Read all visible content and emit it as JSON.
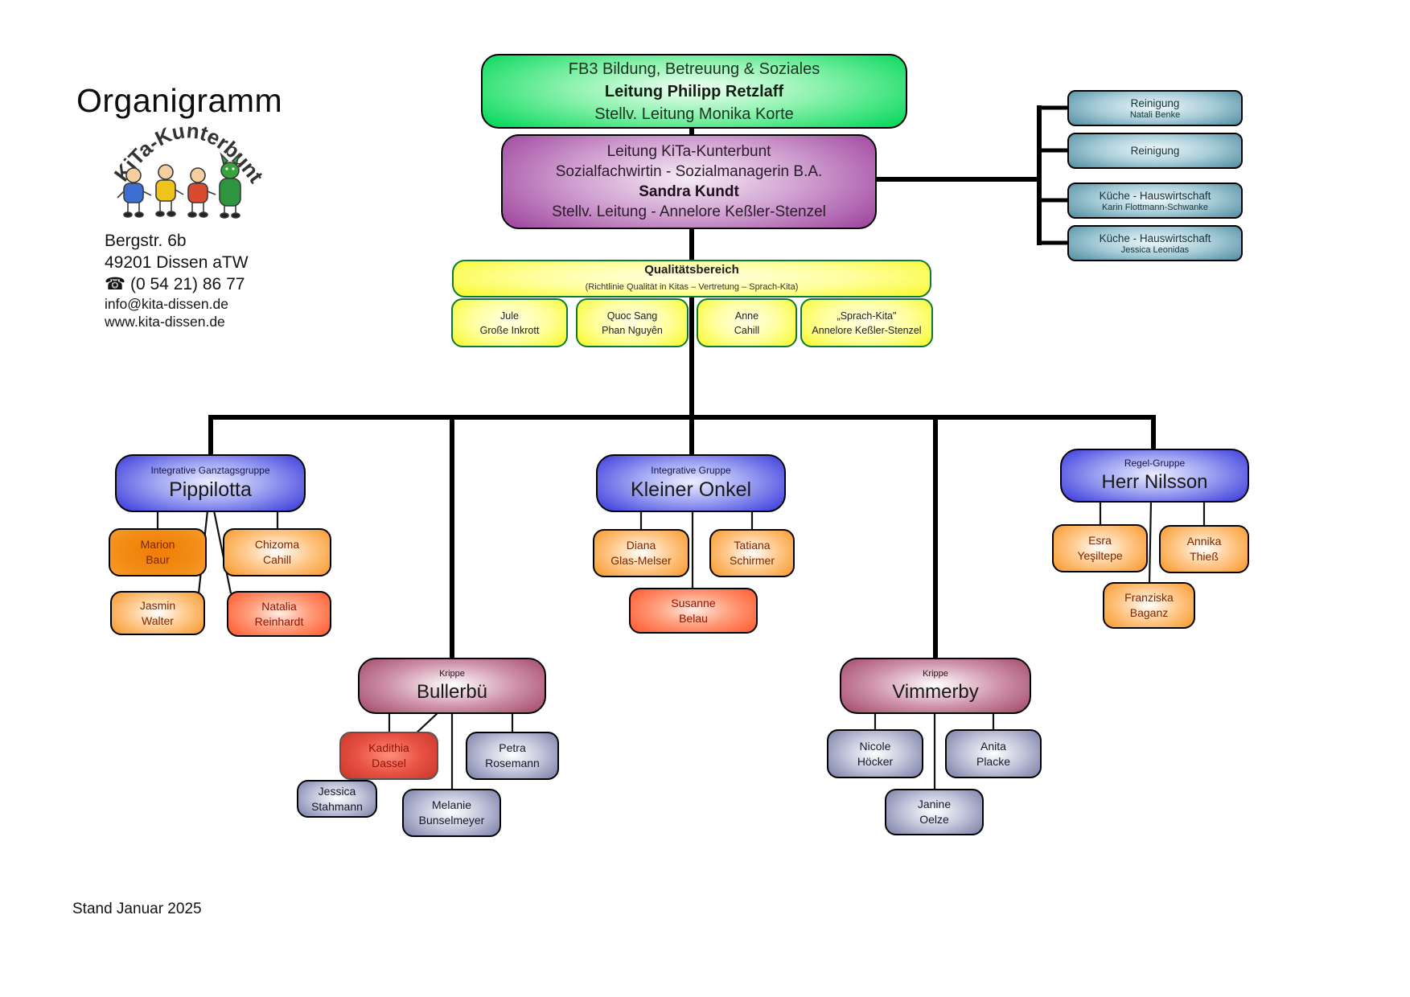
{
  "page": {
    "title": "Organigramm",
    "stand": "Stand Januar 2025"
  },
  "logo": {
    "name": "KiTa-Kunterbunt"
  },
  "contact": {
    "street": "Bergstr. 6b",
    "city": "49201 Dissen aTW",
    "phone": "☎ (0 54 21) 86 77",
    "email": "info@kita-dissen.de",
    "website": "www.kita-dissen.de"
  },
  "fb3": {
    "line1": "FB3 Bildung, Betreuung & Soziales",
    "line2": "Leitung Philipp Retzlaff",
    "line3": "Stellv. Leitung Monika Korte"
  },
  "leitung": {
    "line1": "Leitung KiTa-Kunterbunt",
    "line2": "Sozialfachwirtin - Sozialmanagerin B.A.",
    "line3": "Sandra Kundt",
    "line4": "Stellv. Leitung - Annelore Keßler-Stenzel"
  },
  "services": [
    {
      "title": "Reinigung",
      "name": "Natali Benke"
    },
    {
      "title": "Reinigung",
      "name": ""
    },
    {
      "title": "Küche - Hauswirtschaft",
      "name": "Karin Flottmann-Schwanke"
    },
    {
      "title": "Küche - Hauswirtschaft",
      "name": "Jessica Leonidas"
    }
  ],
  "quality": {
    "title": "Qualitätsbereich",
    "subtitle": "(Richtlinie Qualität in Kitas – Vertretung – Sprach-Kita)",
    "members": [
      {
        "line1": "Jule",
        "line2": "Große Inkrott"
      },
      {
        "line1": "Quoc Sang",
        "line2": "Phan Nguyên"
      },
      {
        "line1": "Anne",
        "line2": "Cahill"
      },
      {
        "line1": "„Sprach-Kita\"",
        "line2": "Annelore Keßler-Stenzel"
      }
    ]
  },
  "groups": {
    "pippilotta": {
      "label": "Integrative Ganztagsgruppe",
      "name": "Pippilotta",
      "staff": [
        {
          "line1": "Marion",
          "line2": "Baur"
        },
        {
          "line1": "Chizoma",
          "line2": "Cahill"
        },
        {
          "line1": "Jasmin",
          "line2": "Walter"
        },
        {
          "line1": "Natalia",
          "line2": "Reinhardt"
        }
      ]
    },
    "kleiner_onkel": {
      "label": "Integrative Gruppe",
      "name": "Kleiner Onkel",
      "staff": [
        {
          "line1": "Diana",
          "line2": "Glas-Melser"
        },
        {
          "line1": "Tatiana",
          "line2": "Schirmer"
        },
        {
          "line1": "Susanne",
          "line2": "Belau"
        }
      ]
    },
    "herr_nilsson": {
      "label": "Regel-Gruppe",
      "name": "Herr Nilsson",
      "staff": [
        {
          "line1": "Esra",
          "line2": "Yeşiltepe"
        },
        {
          "line1": "Annika",
          "line2": "Thieß"
        },
        {
          "line1": "Franziska",
          "line2": "Baganz"
        }
      ]
    },
    "bullerbu": {
      "label": "Krippe",
      "name": "Bullerbü",
      "staff": [
        {
          "line1": "Kadithia",
          "line2": "Dassel"
        },
        {
          "line1": "Petra",
          "line2": "Rosemann"
        },
        {
          "line1": "Jessica",
          "line2": "Stahmann"
        },
        {
          "line1": "Melanie",
          "line2": "Bunselmeyer"
        }
      ]
    },
    "vimmerby": {
      "label": "Krippe",
      "name": "Vimmerby",
      "staff": [
        {
          "line1": "Nicole",
          "line2": "Höcker"
        },
        {
          "line1": "Anita",
          "line2": "Placke"
        },
        {
          "line1": "Janine",
          "line2": "Oelze"
        }
      ]
    }
  },
  "palette": {
    "line": "#000000",
    "green": "#0bd95f",
    "purple": "#922f92",
    "yellow": "#f7f708",
    "yellow_border": "#0c7a33",
    "blue": "#2a2ad8",
    "teal": "#3a7b91",
    "maroon": "#9c3c60",
    "orange": "#f6921e",
    "red_orange": "#ff4f22",
    "red": "#c93028",
    "slate": "#70759f"
  }
}
